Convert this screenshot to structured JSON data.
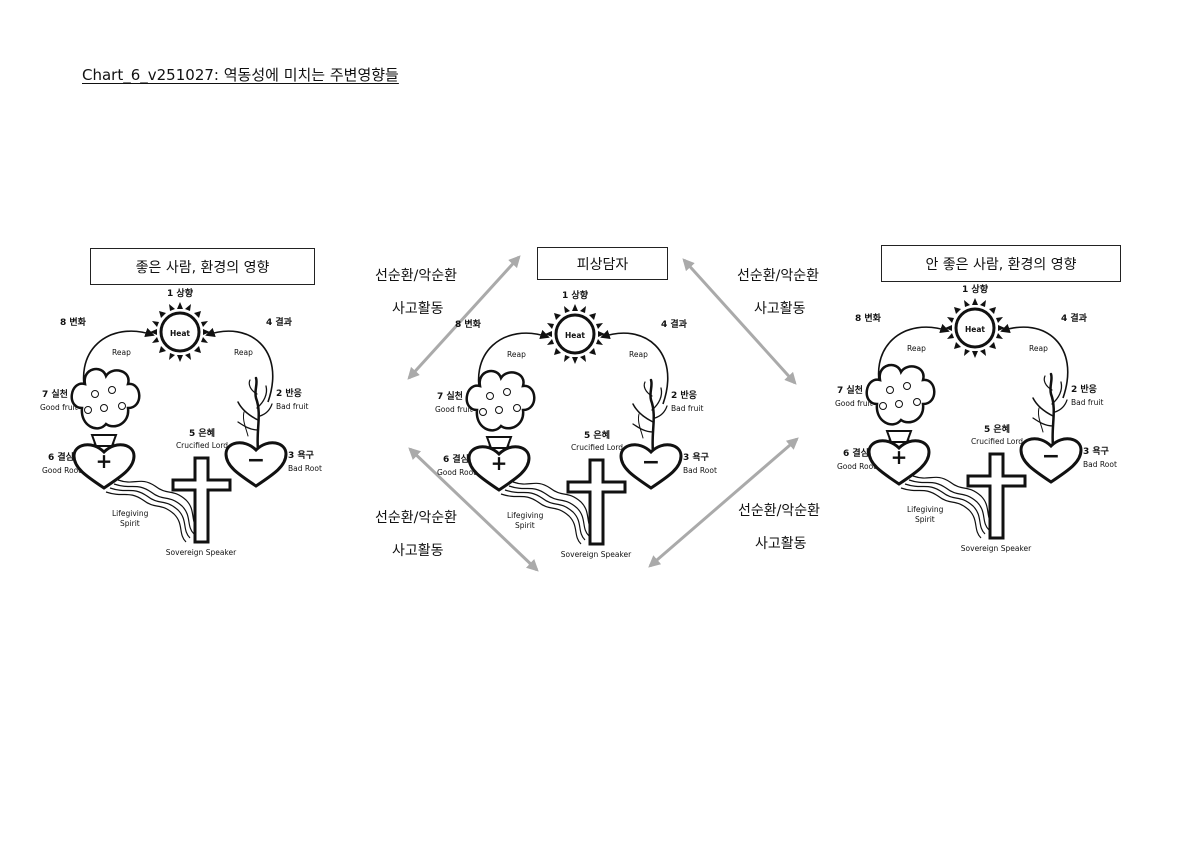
{
  "page": {
    "title": "Chart_6_v251027: 역동성에 미치는 주변영향들"
  },
  "boxes": {
    "left": "좋은 사람, 환경의 영향",
    "center": "피상담자",
    "right": "안 좋은 사람, 환경의 영향"
  },
  "connectors": {
    "line1": "선순환/악순환",
    "line2": "사고활동"
  },
  "diagram": {
    "sun_label": "1 상향",
    "sun_text": "Heat",
    "reaction": "2 반응",
    "bad_fruit": "Bad fruit",
    "desire": "3 욕구",
    "bad_root": "Bad Root",
    "result": "4 결과",
    "grace": "5 은혜",
    "crucified": "Crucified Lord",
    "resolve": "6 결심",
    "good_root": "Good Root",
    "practice": "7 실천",
    "good_fruit": "Good fruit",
    "change": "8 변화",
    "reap": "Reap",
    "lifegiving": "Lifegiving",
    "spirit": "Spirit",
    "sovereign": "Sovereign Speaker",
    "plus": "+",
    "minus": "−"
  },
  "colors": {
    "arrow": "#aaaaaa",
    "ink": "#111111"
  }
}
